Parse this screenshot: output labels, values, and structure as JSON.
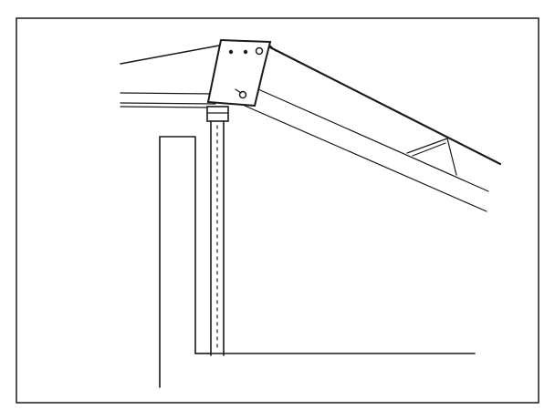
{
  "figure": {
    "kind": "line-drawing",
    "subject": "roof-truss-to-post-connection",
    "colors": {
      "background": "#ffffff",
      "ink": "#1a1a1a",
      "frame_border": "#1a1a1a"
    },
    "icons": [
      "truss-peak-plate",
      "bolt-holes",
      "diagonal-brace",
      "post-capital"
    ]
  }
}
